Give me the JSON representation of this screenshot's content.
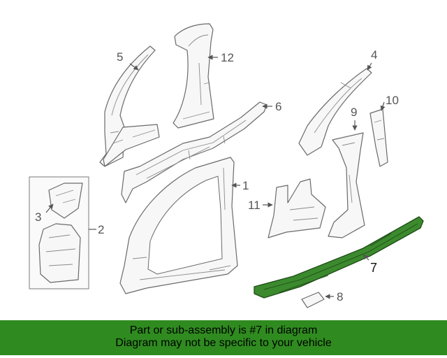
{
  "callouts": [
    {
      "num": "1"
    },
    {
      "num": "2"
    },
    {
      "num": "3"
    },
    {
      "num": "4"
    },
    {
      "num": "5"
    },
    {
      "num": "6"
    },
    {
      "num": "7"
    },
    {
      "num": "8"
    },
    {
      "num": "9"
    },
    {
      "num": "10"
    },
    {
      "num": "11"
    },
    {
      "num": "12"
    }
  ],
  "highlight_color": "#3c8a2e",
  "banner": {
    "line1": "Part or sub-assembly is #7 in diagram",
    "line2": "Diagram may not be specific to your vehicle",
    "background": "#2f8b1f"
  }
}
